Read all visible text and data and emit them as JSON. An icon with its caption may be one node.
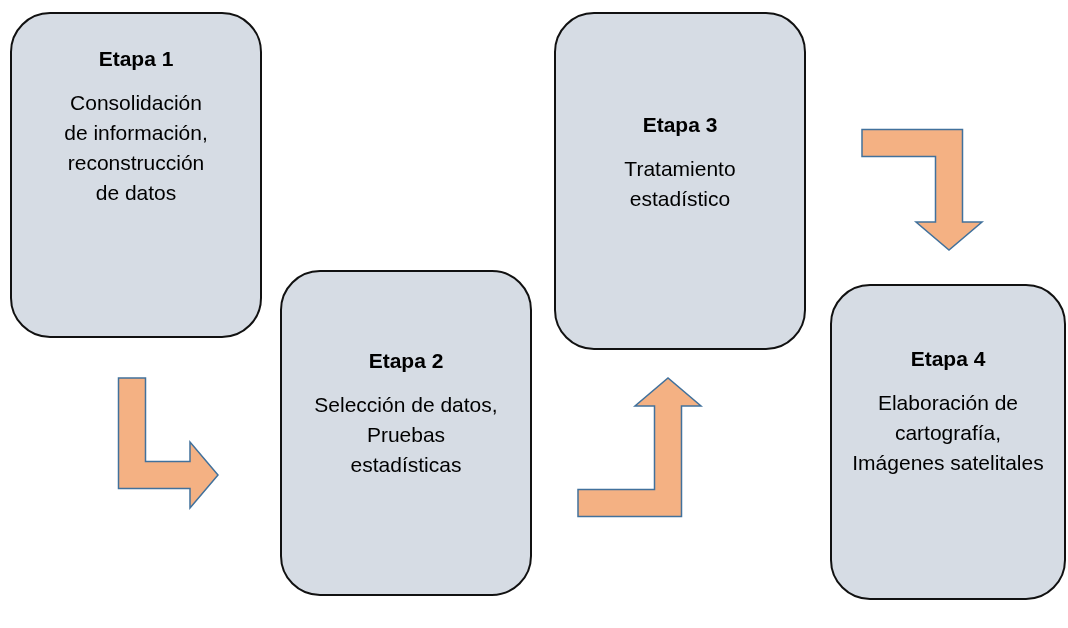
{
  "diagram": {
    "nodes": [
      {
        "text": [
          "Etapa 1",
          "Consolidación de información, reconstrucción de datos"
        ]
      },
      {
        "text": [
          "Etapa 2",
          "Selección de datos, Pruebas estadísticas"
        ]
      },
      {
        "text": [
          "Etapa 3",
          "Tratamiento estadístico"
        ]
      },
      {
        "text": [
          "Etapa 4",
          "Elaboración de cartografía, Imágenes satelitales"
        ]
      }
    ],
    "edges": [
      {
        "from": 0,
        "to": 1,
        "arrow": "to"
      },
      {
        "from": 1,
        "to": 2,
        "arrow": "to"
      },
      {
        "from": 2,
        "to": 3,
        "arrow": "to"
      }
    ]
  }
}
